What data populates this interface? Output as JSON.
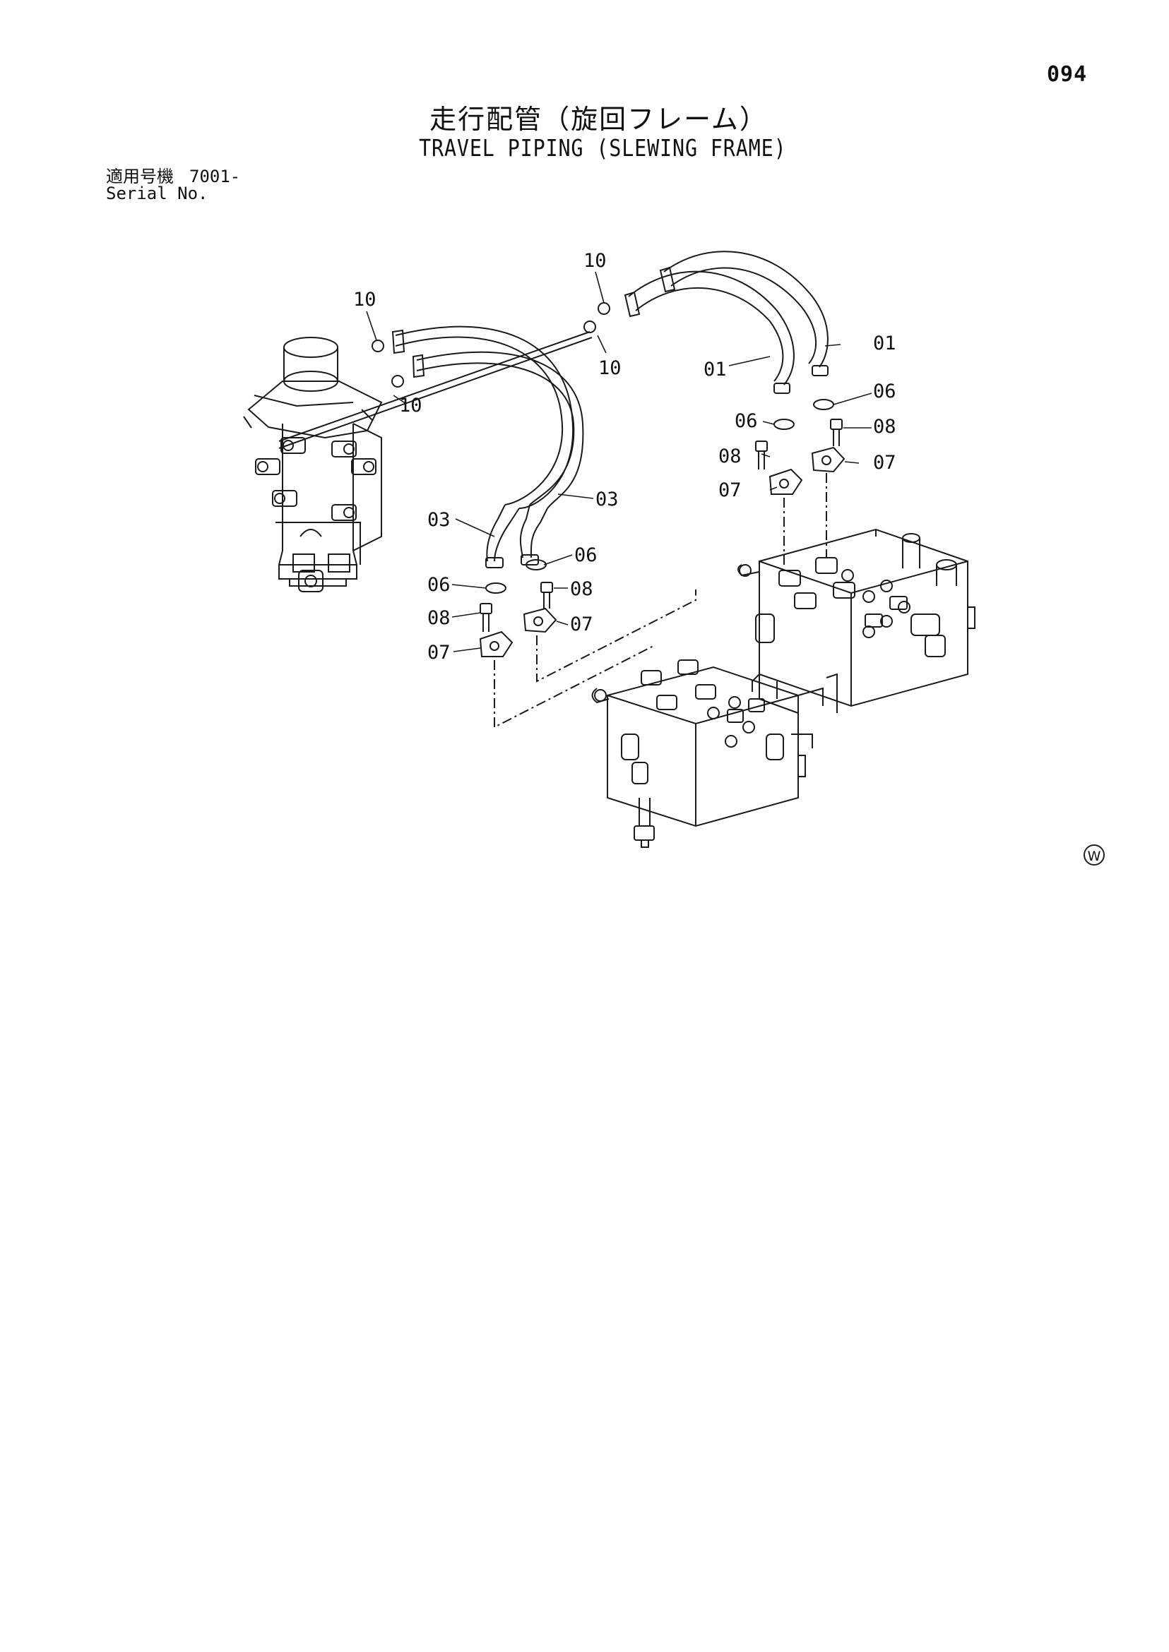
{
  "header": {
    "page_number": "094",
    "title_jp": "走行配管（旋回フレーム）",
    "title_en": "TRAVEL PIPING (SLEWING FRAME)"
  },
  "serial": {
    "label_jp": "適用号機",
    "value": "7001-",
    "label_en": "Serial No."
  },
  "callouts": {
    "c10a": "10",
    "c10b": "10",
    "c10c": "10",
    "c10d": "10",
    "c01a": "01",
    "c01b": "01",
    "c03a": "03",
    "c03b": "03",
    "c06a": "06",
    "c06b": "06",
    "c06c": "06",
    "c06d": "06",
    "c07a": "07",
    "c07b": "07",
    "c07c": "07",
    "c07d": "07",
    "c08a": "08",
    "c08b": "08",
    "c08c": "08",
    "c08d": "08"
  },
  "watermark": "W"
}
